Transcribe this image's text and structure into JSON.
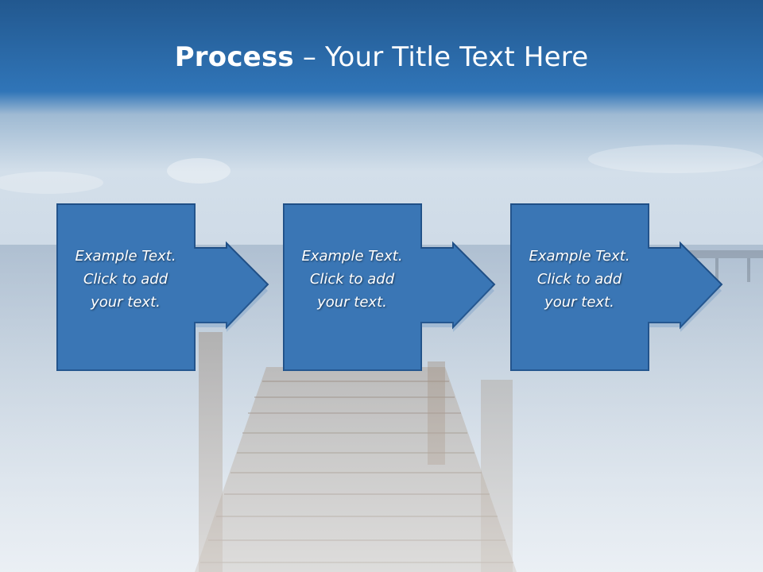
{
  "slide": {
    "title_bold": "Process",
    "title_rest": " – Your Title Text Here"
  },
  "colors": {
    "header_blue": "#2b6ead",
    "box_fill": "#3a76b5",
    "box_border": "#1f4f86",
    "text": "#ffffff"
  },
  "steps": [
    {
      "text": "Example Text.\nClick  to add\nyour text."
    },
    {
      "text": "Example Text.\nClick  to add\nyour text."
    },
    {
      "text": "Example Text.\nClick  to add\nyour text."
    }
  ]
}
